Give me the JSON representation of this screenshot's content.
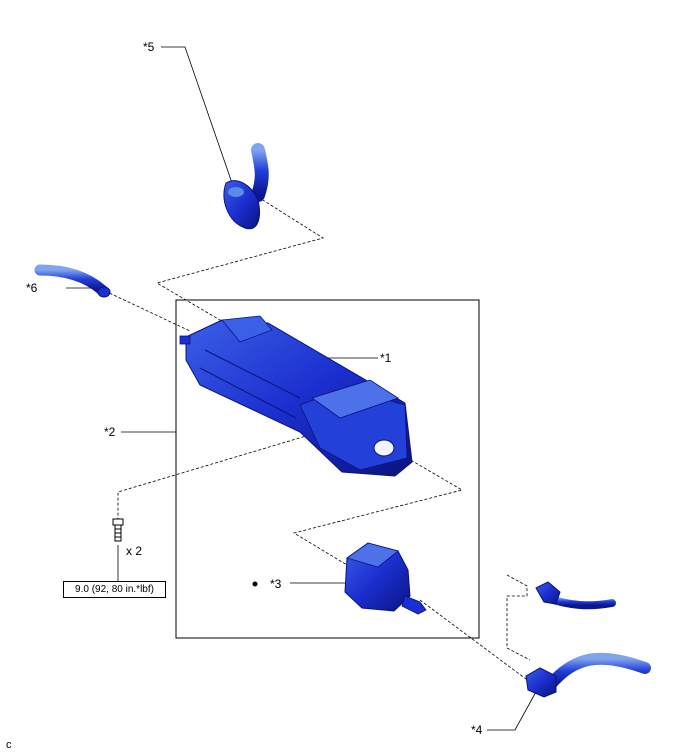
{
  "callouts": {
    "c5": "*5",
    "c6": "*6",
    "c1": "*1",
    "c2": "*2",
    "c3": "*3",
    "c4": "*4"
  },
  "bolt": {
    "quantity": "x 2",
    "torque": "9.0 (92, 80 in.*lbf)"
  },
  "figure_code": "c",
  "colors": {
    "part_blue": "#1c2fd6",
    "part_dark": "#0a1280",
    "part_light": "#5b8ae8",
    "line": "#000000"
  }
}
